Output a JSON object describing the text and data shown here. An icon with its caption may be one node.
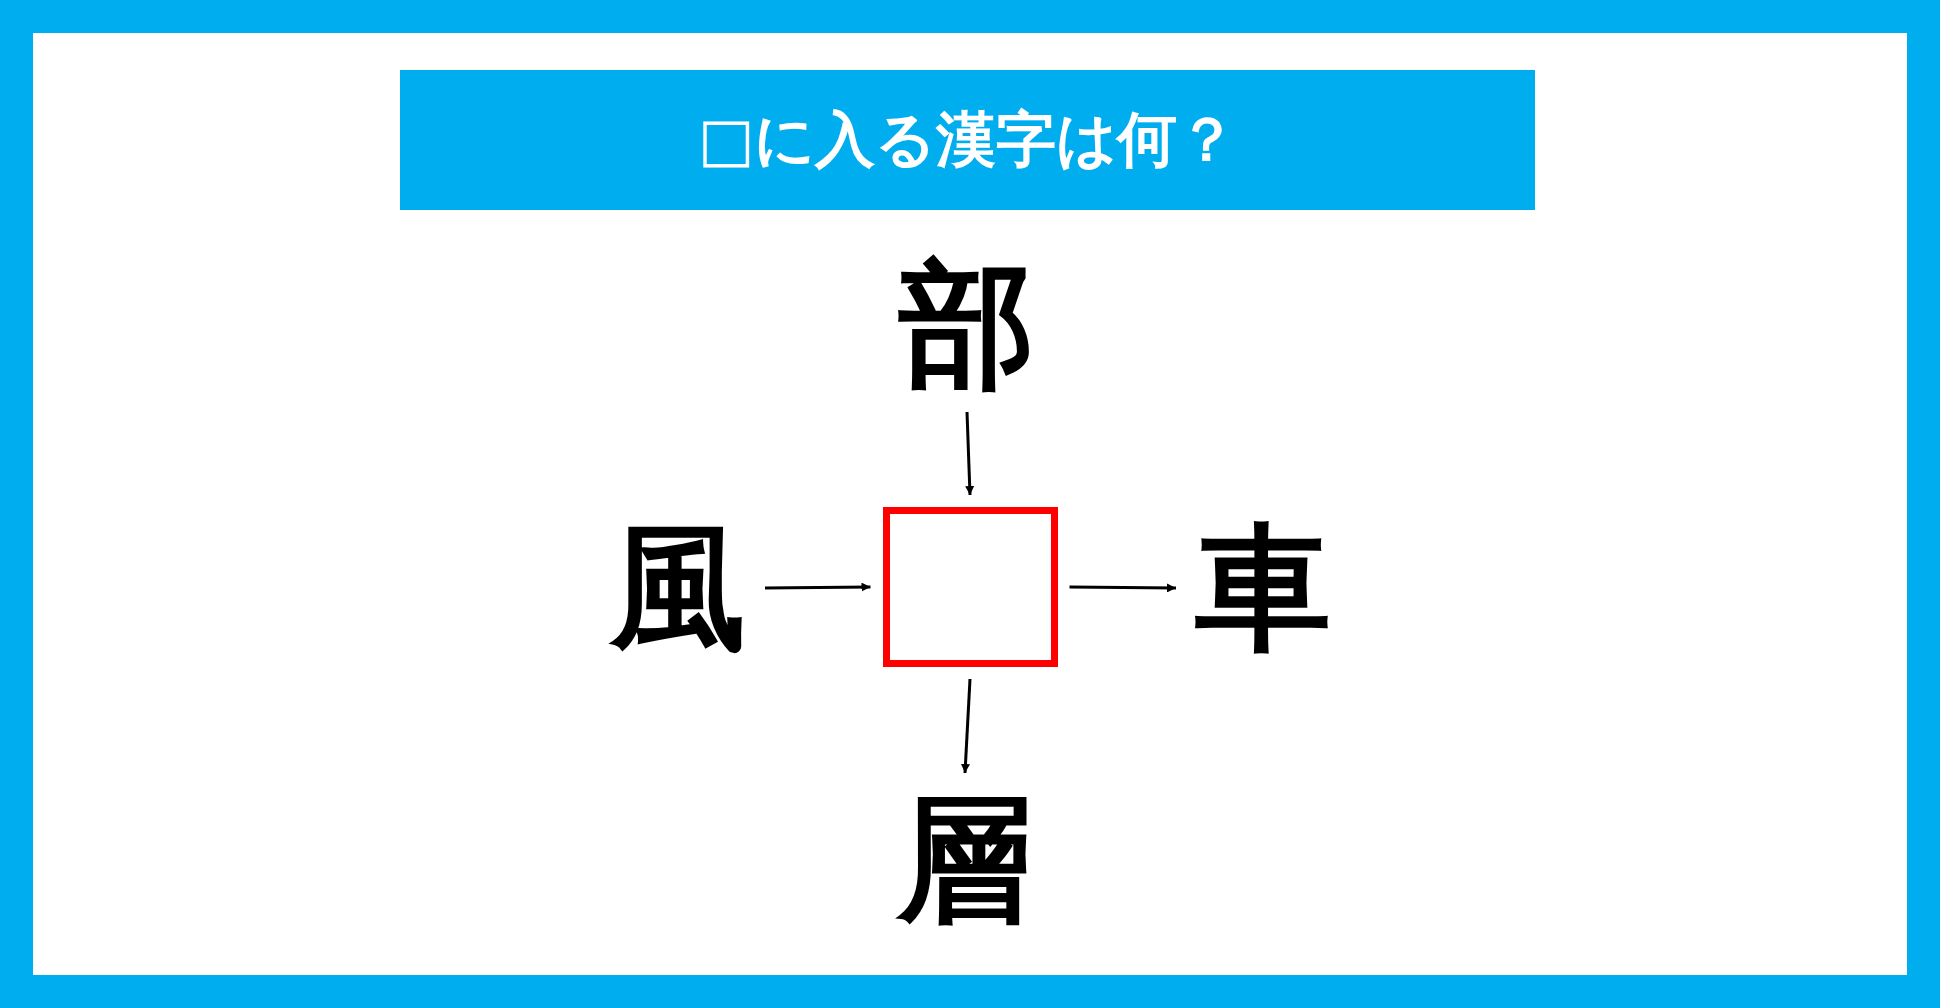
{
  "diagram": {
    "title": "□に入る漢字は何？",
    "nodes": [
      {
        "text": [
          "部"
        ]
      },
      {
        "text": [
          "風"
        ]
      },
      {
        "text": [],
        "shape": "box"
      },
      {
        "text": [
          "車"
        ]
      },
      {
        "text": [
          "層"
        ]
      }
    ],
    "edges": [
      {
        "from": 0,
        "to": 2,
        "arrow": "to"
      },
      {
        "from": 1,
        "to": 2,
        "arrow": "to"
      },
      {
        "from": 2,
        "to": 3,
        "arrow": "to"
      },
      {
        "from": 2,
        "to": 4,
        "arrow": "to"
      }
    ]
  }
}
